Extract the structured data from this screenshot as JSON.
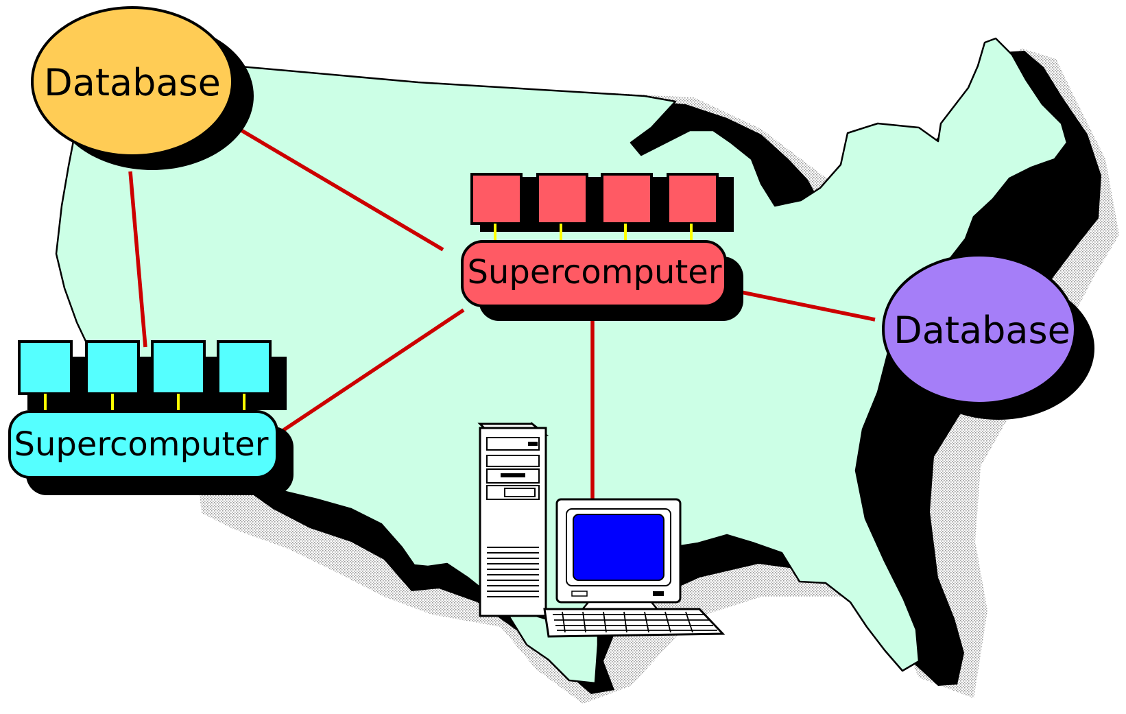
{
  "colors": {
    "map_fill": "#ccffe6",
    "map_shadow": "#000000",
    "link": "#cc0000",
    "db_west": "#ffcc55",
    "db_east": "#a57ef8",
    "sc_central": "#ff5a64",
    "sc_west": "#55ffff",
    "connector": "#ffff00",
    "monitor_screen": "#0000ff"
  },
  "nodes": {
    "db_west": {
      "label": "Database"
    },
    "db_east": {
      "label": "Database"
    },
    "sc_central": {
      "label": "Supercomputer"
    },
    "sc_west": {
      "label": "Supercomputer"
    },
    "workstation": {
      "icon": "desktop-computer-icon"
    }
  },
  "links": [
    {
      "from": "db_west",
      "to": "sc_central"
    },
    {
      "from": "db_west",
      "to": "sc_west"
    },
    {
      "from": "sc_central",
      "to": "sc_west"
    },
    {
      "from": "sc_central",
      "to": "db_east"
    },
    {
      "from": "sc_central",
      "to": "workstation"
    }
  ]
}
